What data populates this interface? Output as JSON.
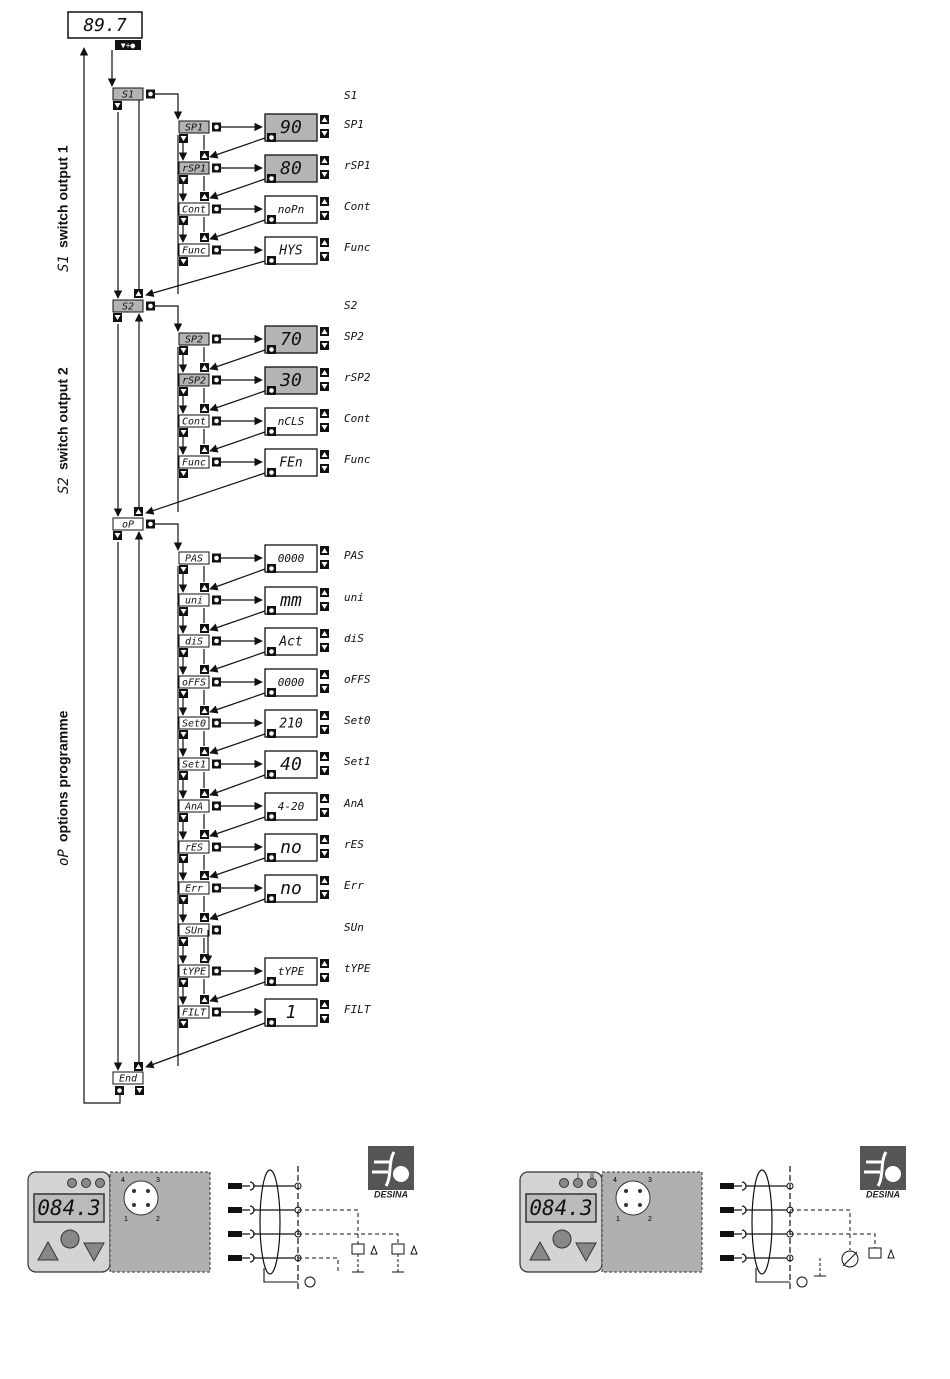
{
  "top_display": "89.7",
  "top_buttons": "▼+●",
  "side_labels": [
    {
      "code": "S1",
      "text": "switch output 1"
    },
    {
      "code": "S2",
      "text": "switch output 2"
    },
    {
      "code": "oP",
      "text": "options programme"
    }
  ],
  "groups": [
    {
      "code": "S1",
      "right_label": "S1"
    },
    {
      "code": "S2",
      "right_label": "S2"
    },
    {
      "code": "oP",
      "right_label": ""
    },
    {
      "code": "End",
      "right_label": ""
    }
  ],
  "params": [
    {
      "name": "SP1",
      "value": "90",
      "label": "SP1",
      "shaded": true
    },
    {
      "name": "rSP1",
      "value": "80",
      "label": "rSP1",
      "shaded": true
    },
    {
      "name": "Cont",
      "value": "noPn",
      "label": "Cont",
      "shaded": false
    },
    {
      "name": "Func",
      "value": "HYS",
      "label": "Func",
      "shaded": false
    },
    {
      "name": "SP2",
      "value": "70",
      "label": "SP2",
      "shaded": true
    },
    {
      "name": "rSP2",
      "value": "30",
      "label": "rSP2",
      "shaded": true
    },
    {
      "name": "Cont",
      "value": "nCLS",
      "label": "Cont",
      "shaded": false
    },
    {
      "name": "Func",
      "value": "FEn",
      "label": "Func",
      "shaded": false
    },
    {
      "name": "PAS",
      "value": "0000",
      "label": "PAS",
      "shaded": false
    },
    {
      "name": "uni",
      "value": "mm",
      "label": "uni",
      "shaded": false
    },
    {
      "name": "diS",
      "value": "Act",
      "label": "diS",
      "shaded": false
    },
    {
      "name": "oFFS",
      "value": "0000",
      "label": "oFFS",
      "shaded": false
    },
    {
      "name": "Set0",
      "value": "210",
      "label": "Set0",
      "shaded": false
    },
    {
      "name": "Set1",
      "value": "40",
      "label": "Set1",
      "shaded": false
    },
    {
      "name": "AnA",
      "value": "4-20",
      "label": "AnA",
      "shaded": false
    },
    {
      "name": "rES",
      "value": "no",
      "label": "rES",
      "shaded": false
    },
    {
      "name": "Err",
      "value": "no",
      "label": "Err",
      "shaded": false
    },
    {
      "name": "SUn",
      "value": "",
      "label": "SUn",
      "shaded": false
    },
    {
      "name": "tYPE",
      "value": "tYPE",
      "label": "tYPE",
      "shaded": false
    },
    {
      "name": "FILT",
      "value": "1",
      "label": "FILT",
      "shaded": false
    }
  ],
  "devices": [
    {
      "display": "084.3",
      "pins": [
        "1",
        "2",
        "3",
        "4"
      ],
      "logo": "DESINA"
    },
    {
      "display": "084.3",
      "pins": [
        "1",
        "2",
        "3",
        "4"
      ],
      "logo": "DESINA",
      "led_marks": [
        "I",
        "II"
      ]
    }
  ],
  "colors": {
    "shaded_box": "#b4b4b4",
    "device_body": "#d4d4d4",
    "connector_body": "#b0b0b0"
  }
}
